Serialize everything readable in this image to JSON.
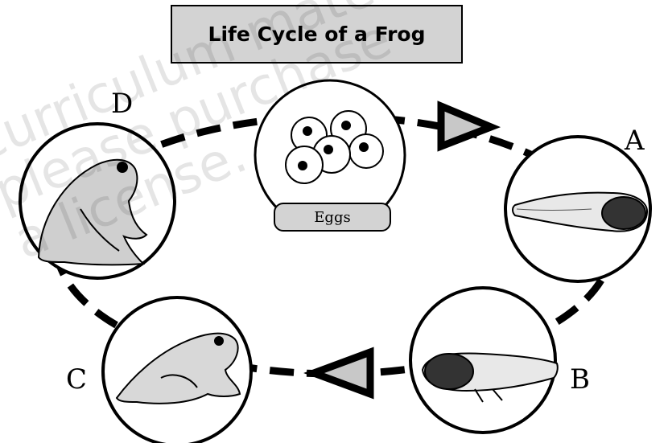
{
  "title": "Life Cycle of a Frog",
  "eggs_label": "Eggs",
  "stages": {
    "a": "A",
    "b": "B",
    "c": "C",
    "d": "D"
  },
  "watermark": "curriculum materials\nplease purchase\na license.",
  "colors": {
    "title_fill": "#d3d3d3",
    "arrow_fill": "#c8c8c8",
    "ink": "#000000"
  },
  "cycle_direction": "clockwise",
  "stage_icons": [
    "frog-eggs-icon",
    "tadpole-icon",
    "tadpole-with-legs-icon",
    "froglet-icon",
    "adult-frog-icon"
  ]
}
